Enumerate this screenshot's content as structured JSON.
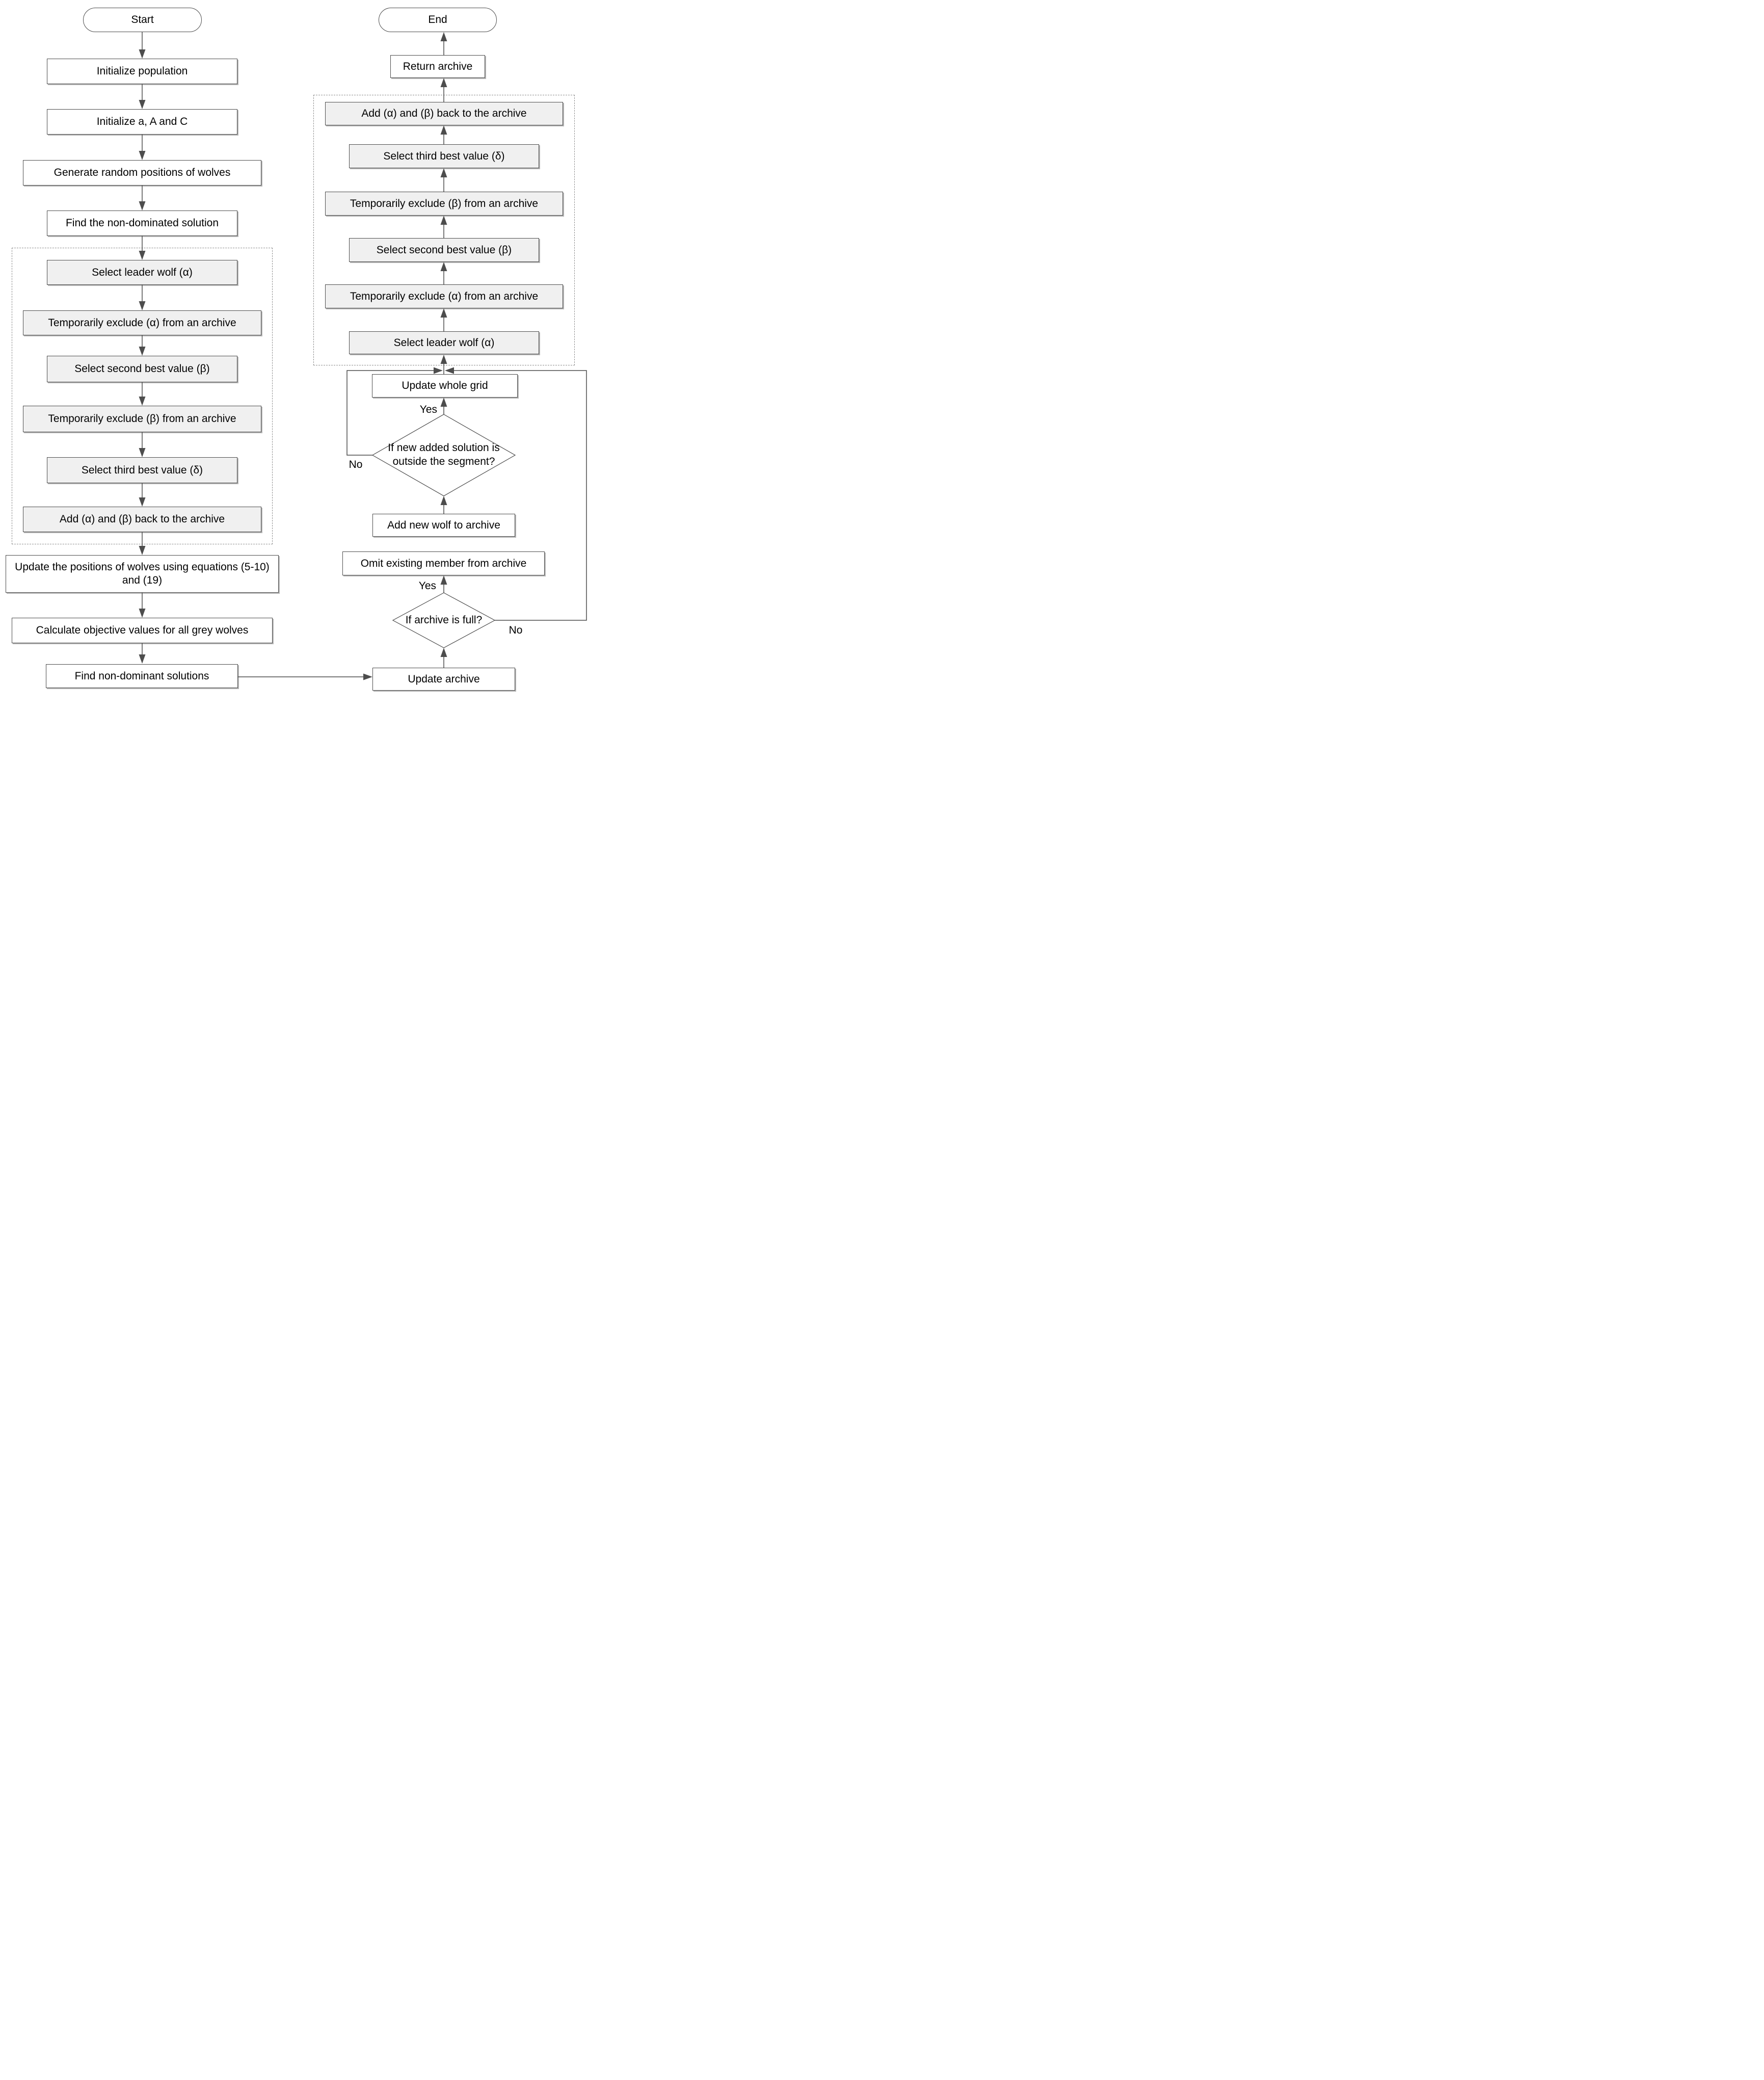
{
  "flow": {
    "left": {
      "start": "Start",
      "init_population": "Initialize population",
      "init_aac": "Initialize a, A and C",
      "generate_positions": "Generate random positions of wolves",
      "find_non_dominated": "Find the non-dominated solution",
      "select_leader": "Select leader wolf (α)",
      "exclude_alpha": "Temporarily exclude (α) from an archive",
      "select_second": "Select second best value (β)",
      "exclude_beta": "Temporarily exclude (β) from an archive",
      "select_third": "Select third best value (δ)",
      "add_back": "Add (α) and (β) back to the archive",
      "update_positions": "Update the positions of wolves using equations (5-10) and (19)",
      "calculate_objectives": "Calculate objective values for all grey wolves",
      "find_non_dominant": "Find non-dominant solutions"
    },
    "right": {
      "end": "End",
      "return_archive": "Return archive",
      "add_back": "Add (α) and (β) back to the archive",
      "select_third": "Select third best value (δ)",
      "exclude_beta": "Temporarily exclude (β) from an archive",
      "select_second": "Select second best value (β)",
      "exclude_alpha": "Temporarily exclude (α) from an archive",
      "select_leader": "Select leader wolf (α)",
      "update_whole_grid": "Update whole grid",
      "segment_question": "If new added solution is outside the segment?",
      "add_new_wolf": "Add new wolf to archive",
      "omit_member": "Omit existing member from archive",
      "archive_full_question": "If archive is full?",
      "update_archive": "Update archive"
    },
    "labels": {
      "yes": "Yes",
      "no": "No"
    },
    "colors": {
      "line": "#4d4d4d",
      "node_border": "#4d4d4d",
      "node_fill": "#ffffff",
      "node_fill_grey": "#f0f0f0",
      "dashed_border": "#8c8c8c"
    }
  }
}
